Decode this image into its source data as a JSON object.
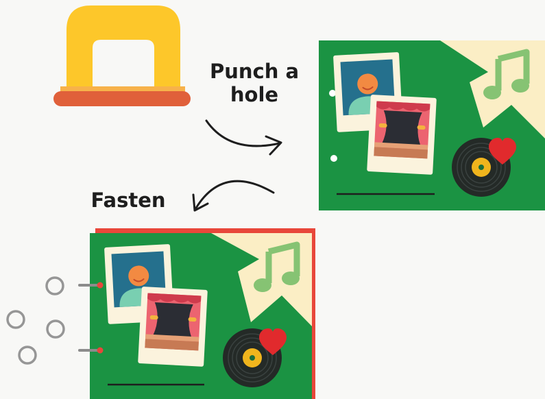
{
  "steps": [
    {
      "label_line1": "Punch a",
      "label_line2": "hole"
    },
    {
      "label": "Fasten"
    }
  ],
  "icons": {
    "tool": "hole-punch-icon",
    "card": "scrapbook-page",
    "music": "music-note-icon",
    "heart": "heart-icon",
    "record": "vinyl-record-icon",
    "rings": "binder-ring-icon"
  },
  "colors": {
    "punch_yellow": "#fdc72a",
    "punch_base": "#e0603a",
    "page_green": "#1b9343",
    "page_cream": "#fbeec5",
    "frame_red": "#e8473a",
    "note_green": "#86c373",
    "heart_red": "#e12a2d",
    "record_gold": "#f0b51d",
    "ink": "#1e1e1e"
  }
}
